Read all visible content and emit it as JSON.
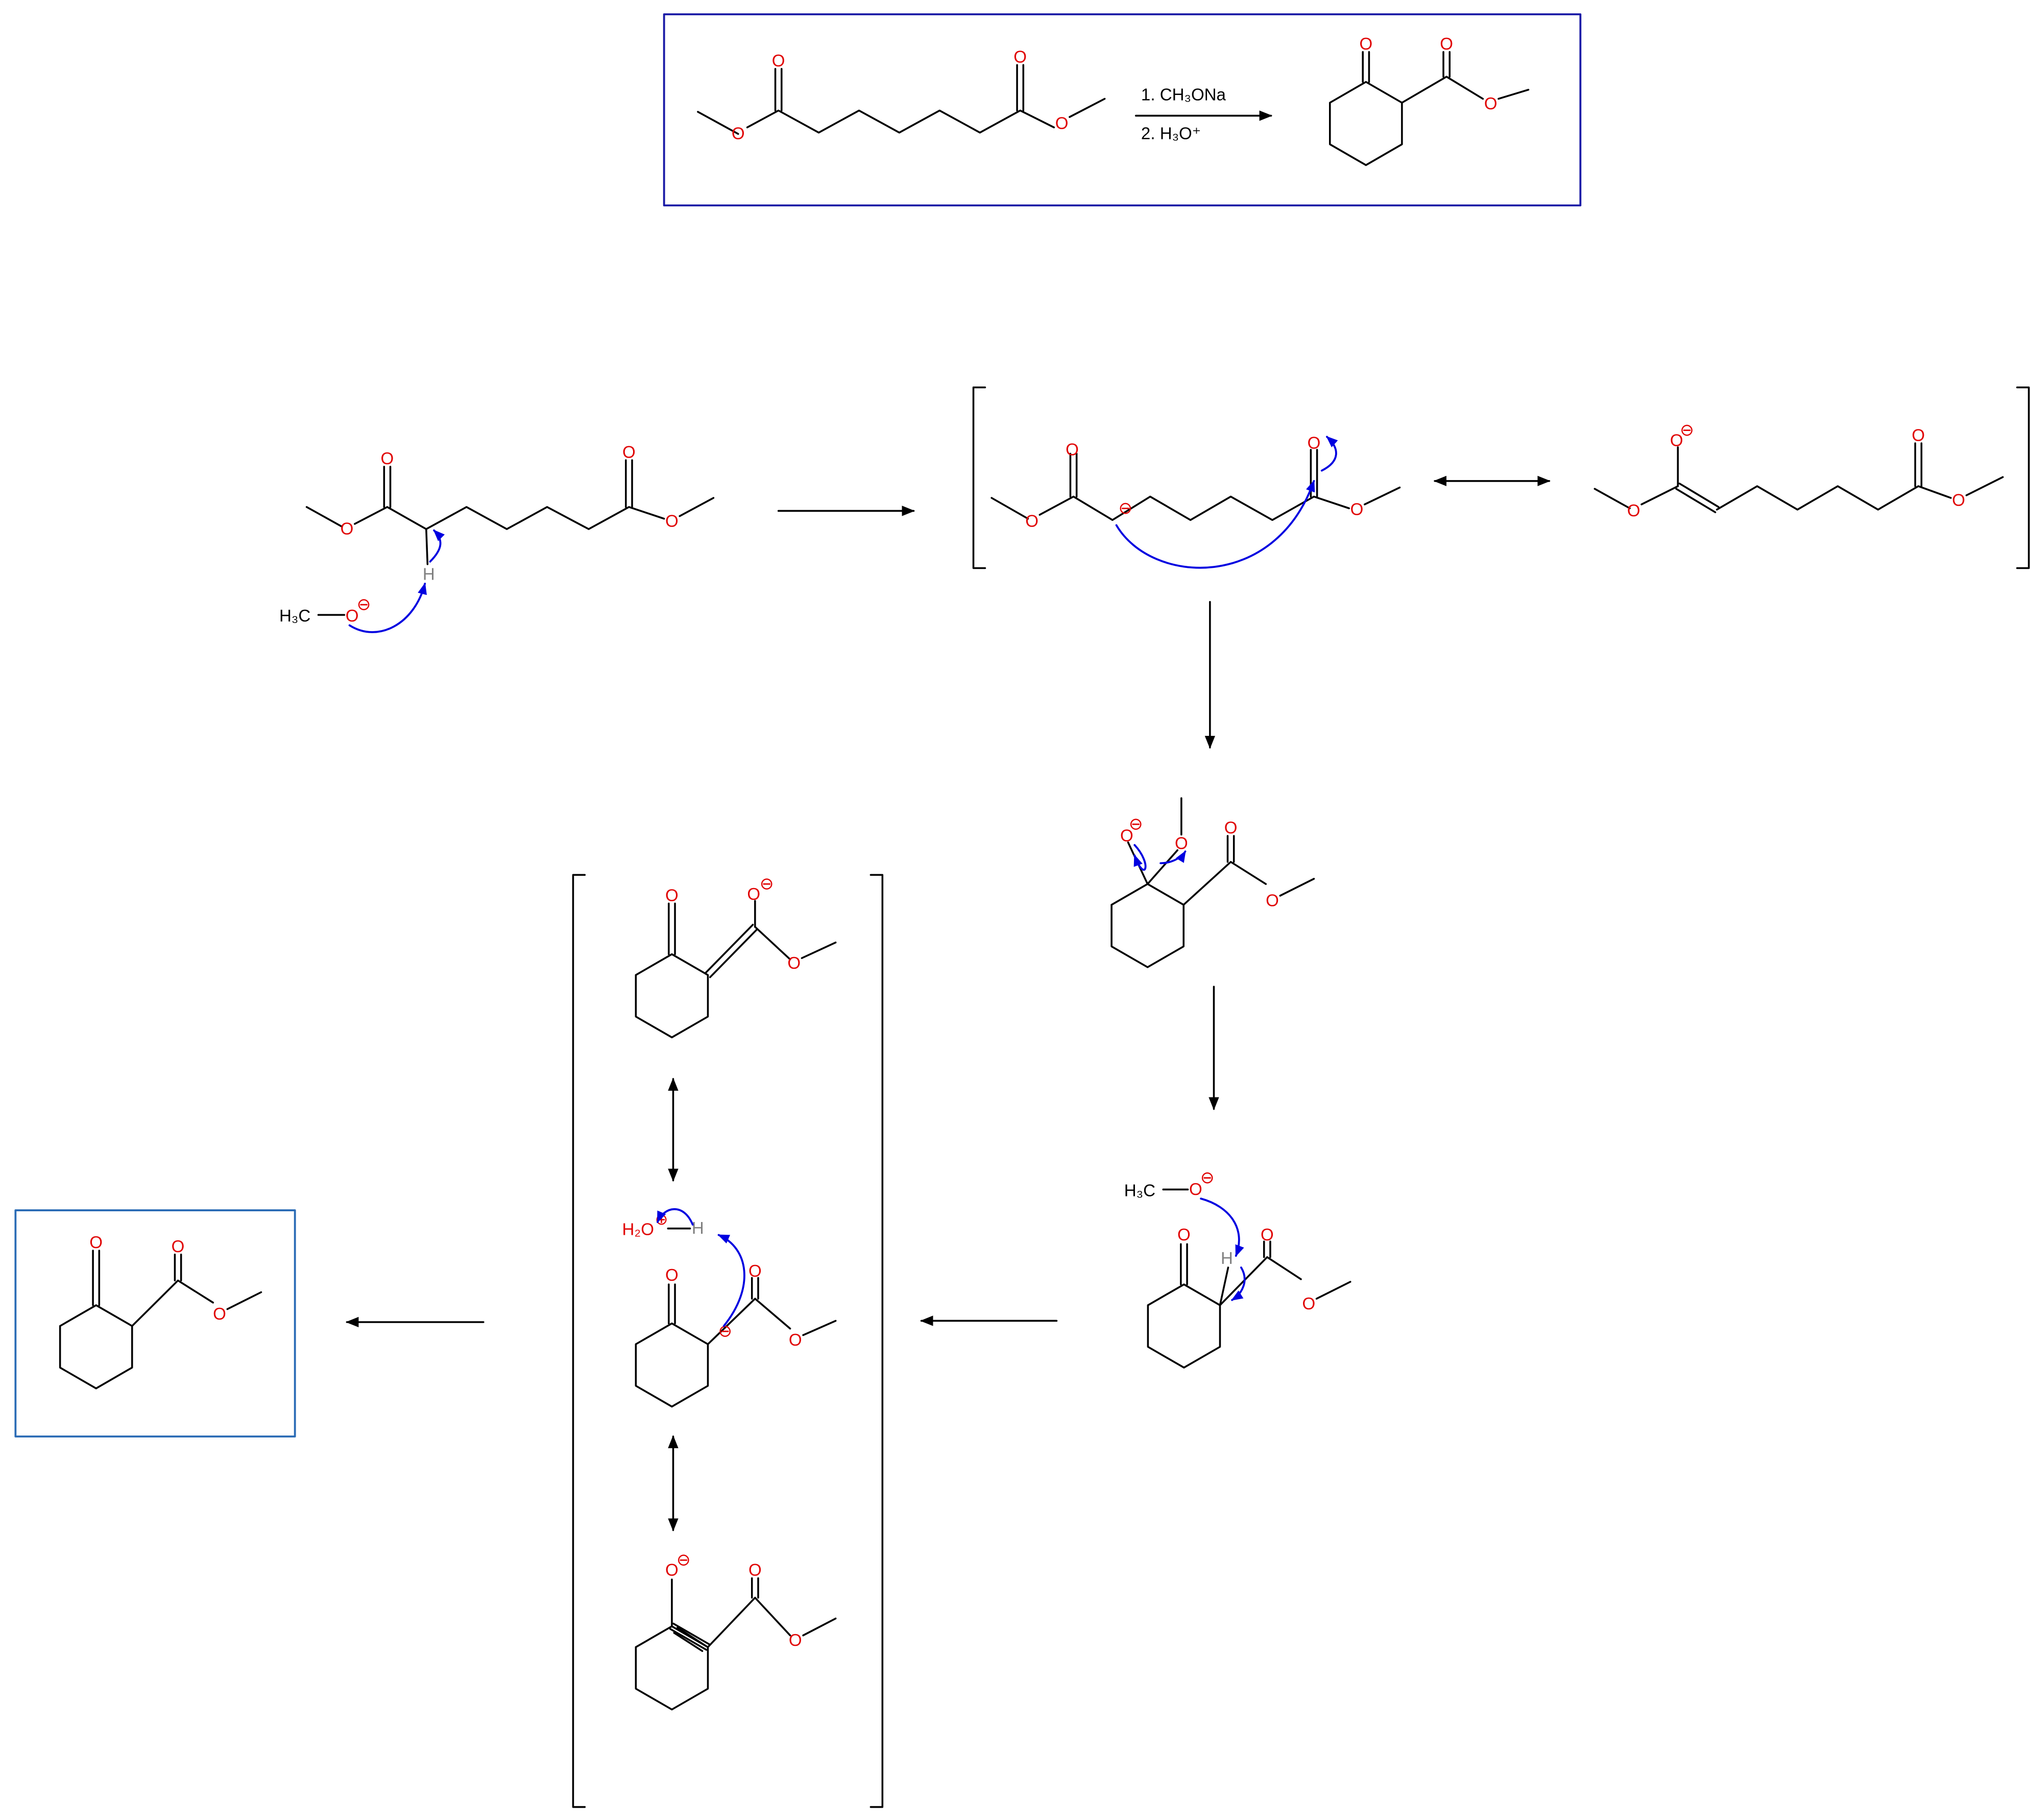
{
  "colors": {
    "bond": "#000000",
    "oxygen": "#e00000",
    "hydrogen": "#808080",
    "mech_arrow": "#0000e0",
    "summary_box": "#1a1aa6",
    "product_box": "#2a6bb5"
  },
  "labels": {
    "O": "O",
    "H": "H",
    "H3C": "H₃C",
    "H2O": "H₂O",
    "minus": "⊖",
    "plus": "⊕"
  },
  "reagents": {
    "step1": "1. CH₃ONa",
    "step2": "2. H₃O⁺"
  }
}
